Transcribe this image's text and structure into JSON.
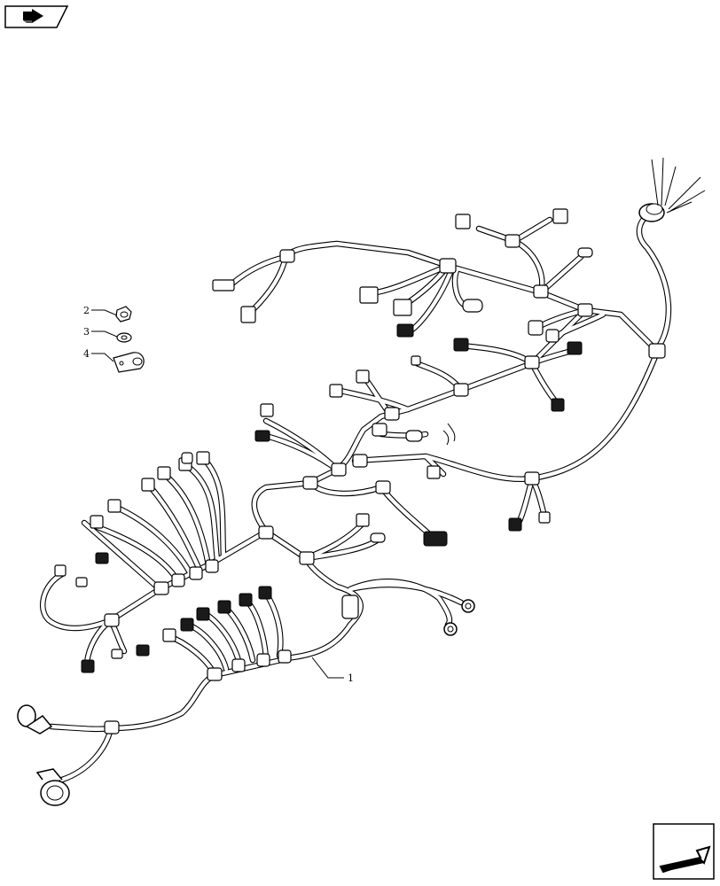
{
  "title": "",
  "icons": {
    "top_left": "prev-page-arrow-icon",
    "bottom_right": "next-page-arrow-icon"
  },
  "callouts": [
    {
      "number": "1",
      "part": "wiring-harness"
    },
    {
      "number": "2",
      "part": "nut"
    },
    {
      "number": "3",
      "part": "washer"
    },
    {
      "number": "4",
      "part": "clamp"
    }
  ]
}
